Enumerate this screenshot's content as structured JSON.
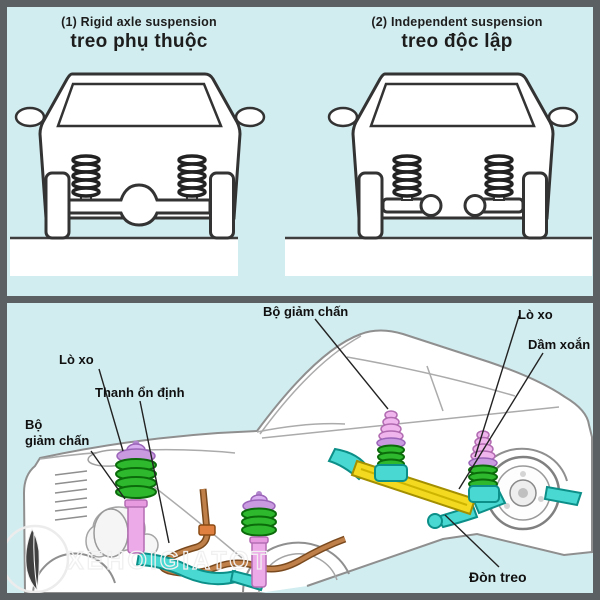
{
  "colors": {
    "background_blue": "#d2edf0",
    "frame_gray": "#5b6062",
    "line_art": "#3a3a3a",
    "body_line": "#8f8f8f",
    "spring_green": "#2eb82e",
    "strut_pink": "#edaae8",
    "mount_purple": "#c99ae0",
    "arm_cyan": "#49d9d2",
    "beam_yellow": "#f3da20",
    "stabilizer_brown": "#c0804a",
    "label_ink": "#101010"
  },
  "top_panel": {
    "left": {
      "caption_en": "(1) Rigid axle suspension",
      "caption_vi": "treo phụ thuộc"
    },
    "right": {
      "caption_en": "(2) Independent suspension",
      "caption_vi": "treo độc lập"
    }
  },
  "bottom_panel": {
    "labels": {
      "shock_absorber_top": "Bộ giảm chấn",
      "coil_spring_right": "Lò xo",
      "torsion_beam": "Dầm xoắn",
      "coil_spring_left": "Lò xo",
      "stabilizer_bar": "Thanh ổn định",
      "shock_absorber_left": "Bộ\ngiảm chấn",
      "trailing_arm": "Đòn treo"
    },
    "watermark_text": "XEHOIGIATOT"
  }
}
